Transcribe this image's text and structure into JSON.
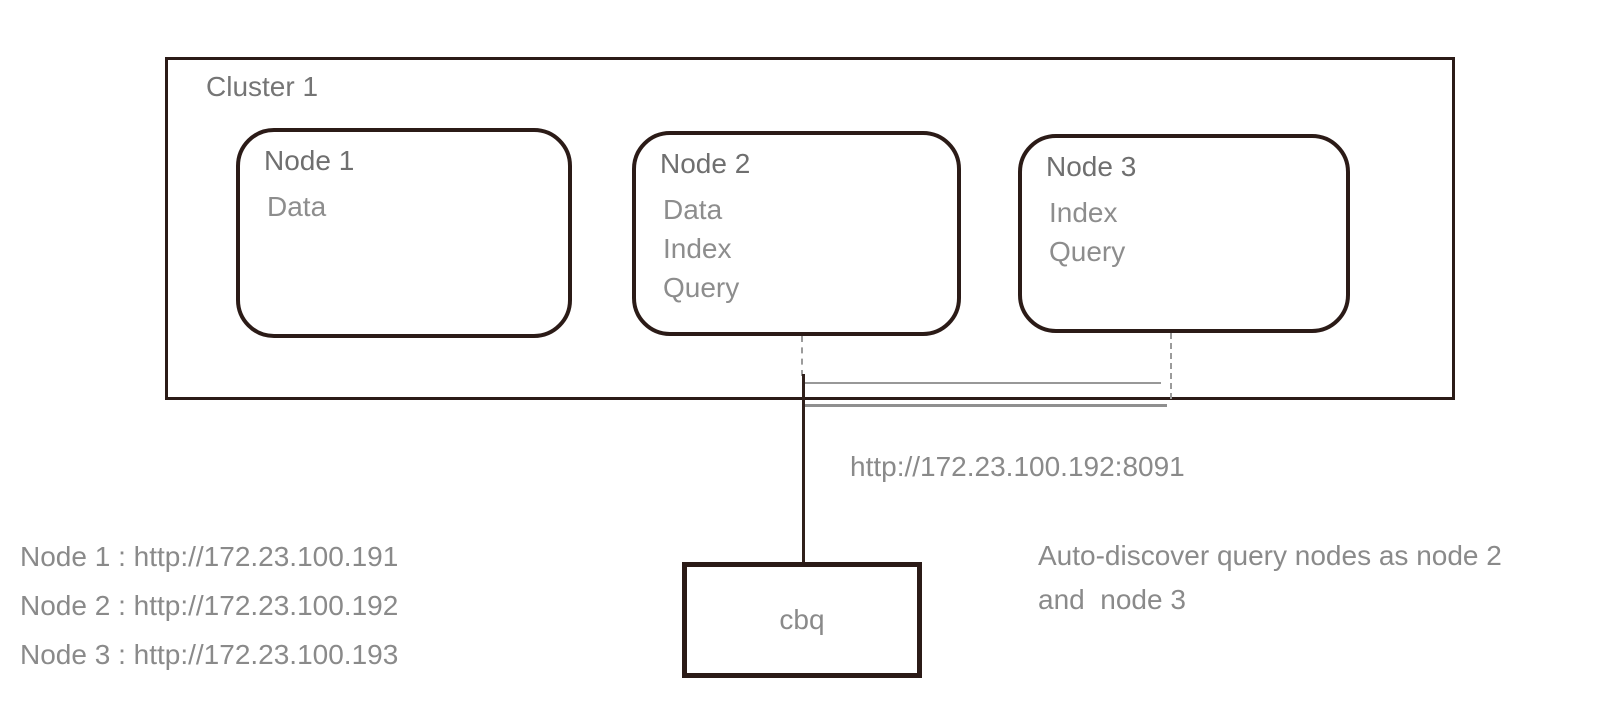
{
  "diagram": {
    "cluster": {
      "label": "Cluster 1",
      "nodes": [
        {
          "title": "Node 1",
          "services": [
            "Data"
          ]
        },
        {
          "title": "Node 2",
          "services": [
            "Data",
            "Index",
            "Query"
          ]
        },
        {
          "title": "Node 3",
          "services": [
            "Index",
            "Query"
          ]
        }
      ]
    },
    "client": {
      "label": "cbq"
    },
    "connection": {
      "url_label": "http://172.23.100.192:8091"
    },
    "legend": {
      "node_addresses": [
        "Node 1 : http://172.23.100.191",
        "Node 2 : http://172.23.100.192",
        "Node 3 : http://172.23.100.193"
      ],
      "note": "Auto-discover query nodes as node 2\nand  node 3"
    },
    "colors": {
      "box_border": "#2b1b17",
      "node_title_text": "#6f6f6f",
      "body_text": "#8a8a8a",
      "connector_gray": "#989898",
      "connector_dark": "#30201b",
      "background": "#ffffff"
    }
  }
}
